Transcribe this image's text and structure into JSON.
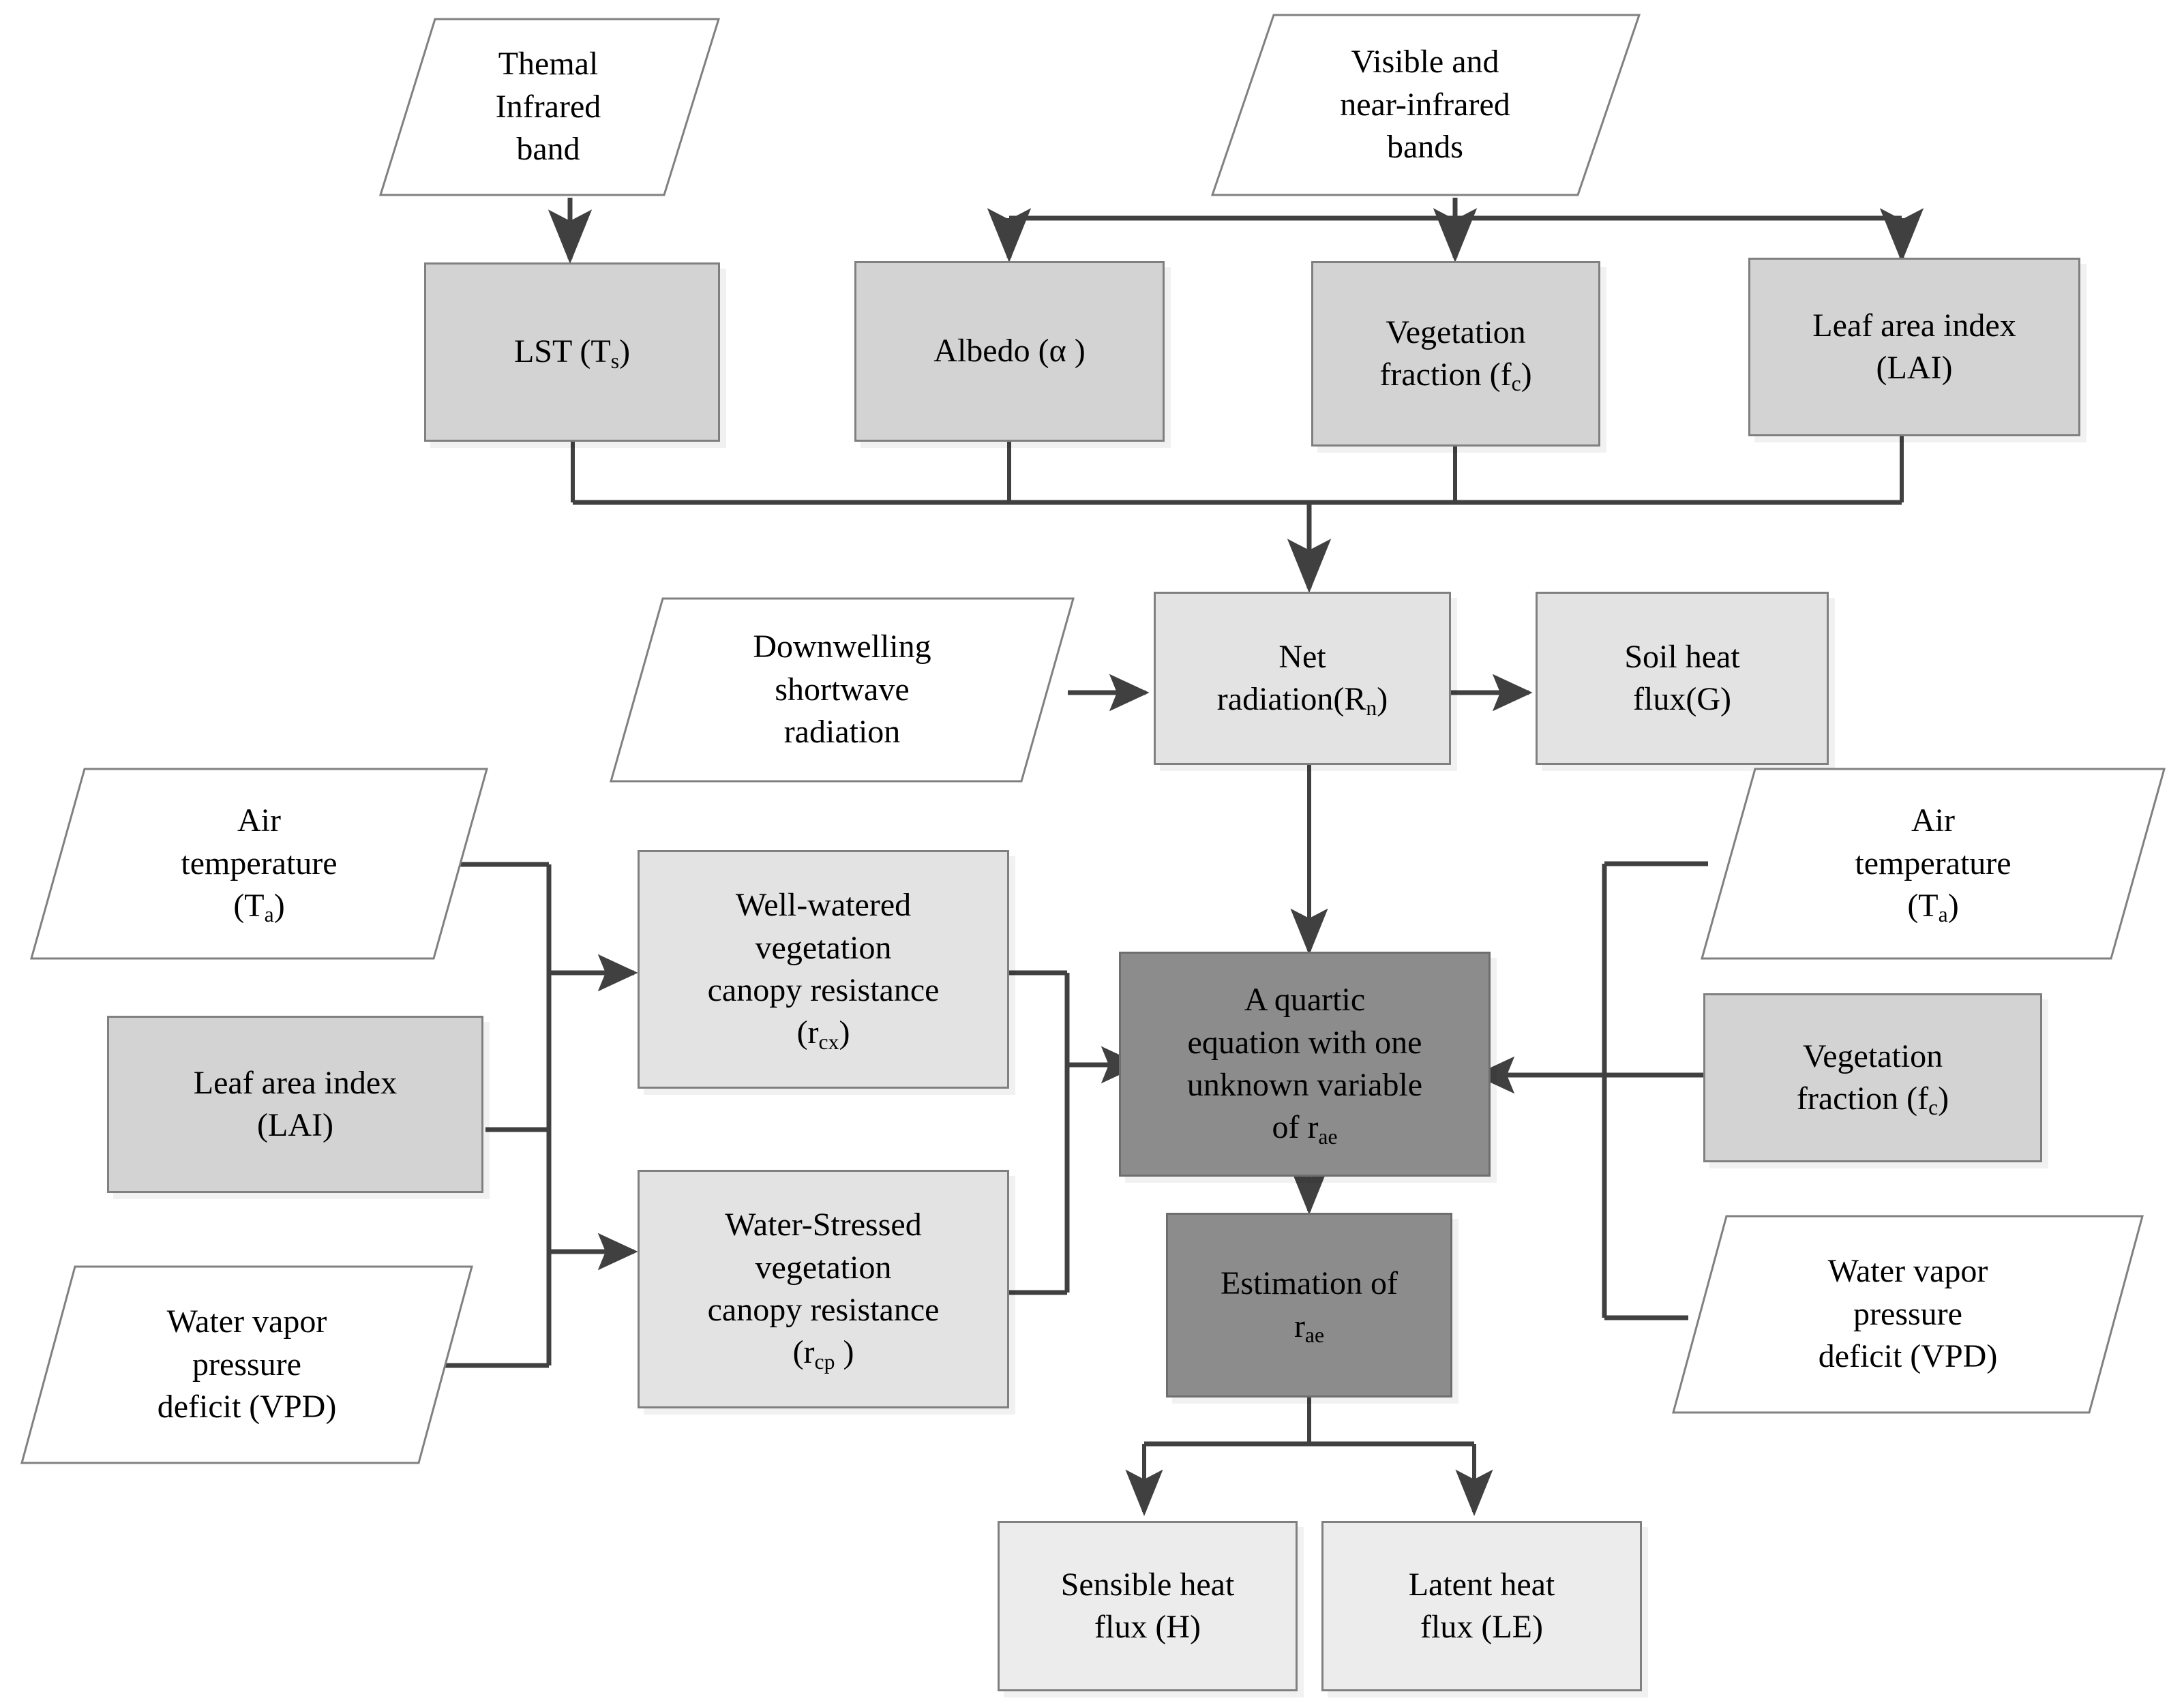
{
  "diagram": {
    "title": "Surface energy balance flowchart for aerodynamic resistance estimation",
    "colors": {
      "input_fill": "#ffffff",
      "process_fill_mid": "#d3d3d3",
      "process_fill_light": "#e3e3e3",
      "process_fill_pale": "#ececec",
      "core_fill": "#8c8c8c",
      "border": "#808080",
      "connector": "#404040",
      "text": "#000000"
    },
    "nodes": [
      {
        "id": "thermal_band",
        "shape": "parallelogram",
        "lines": [
          "Themal",
          "Infrared",
          "band"
        ]
      },
      {
        "id": "vis_nir_bands",
        "shape": "parallelogram",
        "lines": [
          "Visible and",
          "near-infrared",
          "bands"
        ]
      },
      {
        "id": "lst",
        "shape": "rect",
        "fill": "mid",
        "lines": [
          "LST (Ts)"
        ],
        "sub": "s"
      },
      {
        "id": "albedo",
        "shape": "rect",
        "fill": "mid",
        "lines": [
          "Albedo (α )"
        ]
      },
      {
        "id": "veg_fraction_top",
        "shape": "rect",
        "fill": "mid",
        "lines": [
          "Vegetation",
          "fraction (fc)"
        ],
        "sub": "c"
      },
      {
        "id": "lai_top",
        "shape": "rect",
        "fill": "mid",
        "lines": [
          "Leaf area index",
          "(LAI)"
        ]
      },
      {
        "id": "downwelling_sw",
        "shape": "parallelogram",
        "lines": [
          "Downwelling",
          "shortwave",
          "radiation"
        ]
      },
      {
        "id": "net_radiation",
        "shape": "rect",
        "fill": "light",
        "lines": [
          "Net",
          "radiation(Rn)"
        ],
        "sub": "n"
      },
      {
        "id": "soil_heat_flux",
        "shape": "rect",
        "fill": "light",
        "lines": [
          "Soil heat",
          "flux(G)"
        ]
      },
      {
        "id": "air_temp_left",
        "shape": "parallelogram",
        "lines": [
          "Air",
          "temperature",
          "(Ta)"
        ],
        "sub": "a"
      },
      {
        "id": "lai_left",
        "shape": "rect",
        "fill": "mid",
        "lines": [
          "Leaf area index",
          "(LAI)"
        ]
      },
      {
        "id": "vpd_left",
        "shape": "parallelogram",
        "lines": [
          "Water vapor",
          "pressure",
          "deficit (VPD)"
        ]
      },
      {
        "id": "rcx",
        "shape": "rect",
        "fill": "light",
        "lines": [
          "Well-watered",
          "vegetation",
          "canopy resistance",
          "(rcx)"
        ],
        "sub": "cx"
      },
      {
        "id": "rcp",
        "shape": "rect",
        "fill": "light",
        "lines": [
          "Water-Stressed",
          "vegetation",
          "canopy resistance",
          "(rcp )"
        ],
        "sub": "cp"
      },
      {
        "id": "quartic_equation",
        "shape": "rect",
        "fill": "dark",
        "lines": [
          "A quartic",
          "equation with one",
          "unknown variable",
          "of rae"
        ],
        "sub": "ae"
      },
      {
        "id": "estimation_rae",
        "shape": "rect",
        "fill": "dark",
        "lines": [
          "Estimation of",
          "rae"
        ],
        "sub": "ae"
      },
      {
        "id": "air_temp_right",
        "shape": "parallelogram",
        "lines": [
          "Air",
          "temperature",
          "(Ta)"
        ],
        "sub": "a"
      },
      {
        "id": "veg_fraction_right",
        "shape": "rect",
        "fill": "mid",
        "lines": [
          "Vegetation",
          "fraction (fc)"
        ],
        "sub": "c"
      },
      {
        "id": "vpd_right",
        "shape": "parallelogram",
        "lines": [
          "Water vapor",
          "pressure",
          "deficit (VPD)"
        ]
      },
      {
        "id": "sensible_heat_flux",
        "shape": "rect",
        "fill": "pale",
        "lines": [
          "Sensible heat",
          "flux (H)"
        ]
      },
      {
        "id": "latent_heat_flux",
        "shape": "rect",
        "fill": "pale",
        "lines": [
          "Latent heat",
          "flux (LE)"
        ]
      }
    ],
    "labels": {
      "thermal_band_l1": "Themal",
      "thermal_band_l2": "Infrared",
      "thermal_band_l3": "band",
      "vis_nir_l1": "Visible and",
      "vis_nir_l2": "near-infrared",
      "vis_nir_l3": "bands",
      "lst_pre": "LST (T",
      "lst_sub": "s",
      "lst_post": ")",
      "albedo": "Albedo (α )",
      "vegfrac_l1": "Vegetation",
      "vegfrac_pre": "fraction (f",
      "vegfrac_sub": "c",
      "vegfrac_post": ")",
      "lai_l1": "Leaf area index",
      "lai_l2": "(LAI)",
      "downwell_l1": "Downwelling",
      "downwell_l2": "shortwave",
      "downwell_l3": "radiation",
      "netrad_l1": "Net",
      "netrad_pre": "radiation(R",
      "netrad_sub": "n",
      "netrad_post": ")",
      "soilheat_l1": "Soil heat",
      "soilheat_l2": "flux(G)",
      "airtemp_l1": "Air",
      "airtemp_l2": "temperature",
      "airtemp_pre": "(T",
      "airtemp_sub": "a",
      "airtemp_post": ")",
      "vpd_l1": "Water vapor",
      "vpd_l2": "pressure",
      "vpd_l3": "deficit (VPD)",
      "rcx_l1": "Well-watered",
      "rcx_l2": "vegetation",
      "rcx_l3": "canopy resistance",
      "rcx_pre": "(r",
      "rcx_sub": "cx",
      "rcx_post": ")",
      "rcp_l1": "Water-Stressed",
      "rcp_l2": "vegetation",
      "rcp_l3": "canopy resistance",
      "rcp_pre": "(r",
      "rcp_sub": "cp",
      "rcp_post": " )",
      "quartic_l1": "A quartic",
      "quartic_l2": "equation with one",
      "quartic_l3": "unknown variable",
      "quartic_pre": "of r",
      "quartic_sub": "ae",
      "est_l1": "Estimation of",
      "est_pre": "r",
      "est_sub": "ae",
      "sensible_l1": "Sensible heat",
      "sensible_l2": "flux (H)",
      "latent_l1": "Latent heat",
      "latent_l2": "flux (LE)"
    },
    "edges": [
      {
        "from": "thermal_band",
        "to": "lst",
        "style": "vertical-arrow"
      },
      {
        "from": "vis_nir_bands",
        "to": "albedo",
        "style": "bus-fanout-arrow"
      },
      {
        "from": "vis_nir_bands",
        "to": "veg_fraction_top",
        "style": "bus-fanout-arrow"
      },
      {
        "from": "vis_nir_bands",
        "to": "lai_top",
        "style": "bus-fanout-arrow"
      },
      {
        "from": "lst",
        "to": "net_radiation",
        "style": "bus-merge-arrow"
      },
      {
        "from": "albedo",
        "to": "net_radiation",
        "style": "bus-merge-arrow"
      },
      {
        "from": "veg_fraction_top",
        "to": "net_radiation",
        "style": "bus-merge-arrow"
      },
      {
        "from": "lai_top",
        "to": "net_radiation",
        "style": "bus-merge-arrow"
      },
      {
        "from": "downwelling_sw",
        "to": "net_radiation",
        "style": "horizontal-arrow"
      },
      {
        "from": "net_radiation",
        "to": "soil_heat_flux",
        "style": "horizontal-arrow"
      },
      {
        "from": "net_radiation",
        "to": "quartic_equation",
        "style": "vertical-arrow"
      },
      {
        "from": "air_temp_left",
        "to": "rcx",
        "style": "bus-arrow"
      },
      {
        "from": "air_temp_left",
        "to": "rcp",
        "style": "bus-arrow"
      },
      {
        "from": "lai_left",
        "to": "rcx",
        "style": "bus-arrow"
      },
      {
        "from": "lai_left",
        "to": "rcp",
        "style": "bus-arrow"
      },
      {
        "from": "vpd_left",
        "to": "rcx",
        "style": "bus-arrow"
      },
      {
        "from": "vpd_left",
        "to": "rcp",
        "style": "bus-arrow"
      },
      {
        "from": "rcx",
        "to": "quartic_equation",
        "style": "bus-arrow"
      },
      {
        "from": "rcp",
        "to": "quartic_equation",
        "style": "bus-arrow"
      },
      {
        "from": "air_temp_right",
        "to": "quartic_equation",
        "style": "bus-arrow-left"
      },
      {
        "from": "veg_fraction_right",
        "to": "quartic_equation",
        "style": "bus-arrow-left"
      },
      {
        "from": "vpd_right",
        "to": "quartic_equation",
        "style": "bus-arrow-left"
      },
      {
        "from": "quartic_equation",
        "to": "estimation_rae",
        "style": "vertical-arrow"
      },
      {
        "from": "estimation_rae",
        "to": "sensible_heat_flux",
        "style": "bus-fanout-arrow"
      },
      {
        "from": "estimation_rae",
        "to": "latent_heat_flux",
        "style": "bus-fanout-arrow"
      }
    ]
  }
}
